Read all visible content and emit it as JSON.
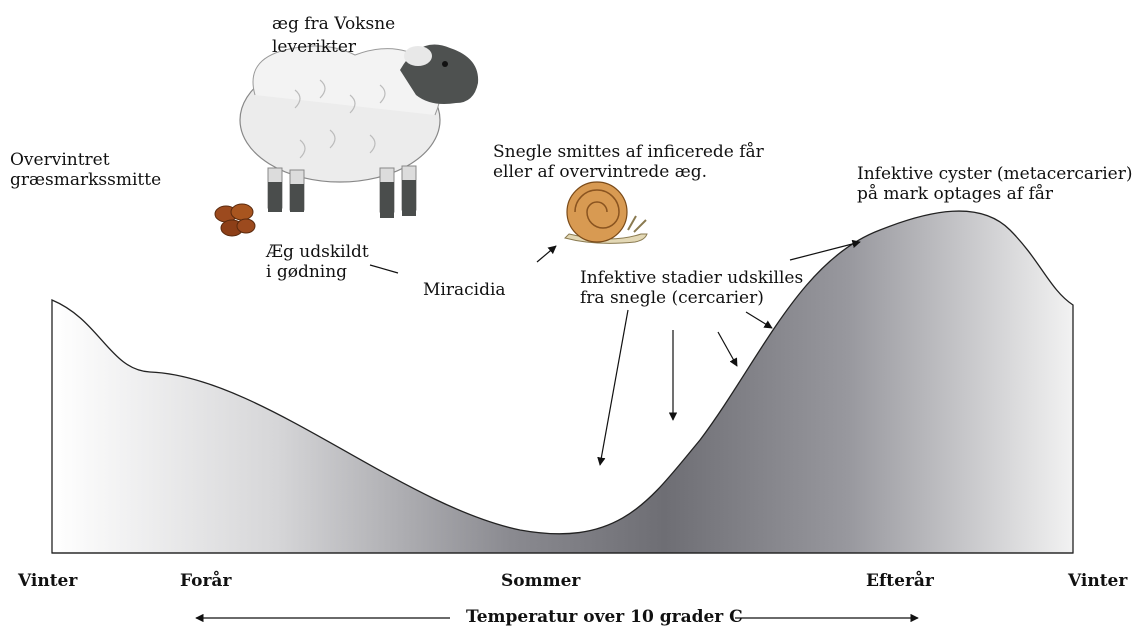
{
  "labels": {
    "sheep_eggs": [
      "æg fra Voksne",
      "leverikter"
    ],
    "overwintered": [
      "Overvintret",
      "græsmarkssmitte"
    ],
    "eggs_in_dung": [
      "Æg udskildt",
      "i gødning"
    ],
    "miracidia": "Miracidia",
    "snail_infected": [
      "Snegle smittes af inficerede får",
      "eller af overvintrede æg."
    ],
    "cercariae": [
      "Infektive stadier udskilles",
      "fra snegle (cercarier)"
    ],
    "metacercariae": [
      "Infektive cyster (metacercarier)",
      "på mark optages af får"
    ]
  },
  "seasons": [
    "Vinter",
    "Forår",
    "Sommer",
    "Efterår",
    "Vinter"
  ],
  "temperature_label": "Temperatur over 10 grader C",
  "colors": {
    "curve_light": "#ffffff",
    "curve_dark": "#6e6e74",
    "outline": "#222222",
    "dung": "#9c4a1e",
    "snail_shell": "#c98a3c"
  },
  "icons": [
    "sheep-icon",
    "dung-icon",
    "snail-icon"
  ]
}
